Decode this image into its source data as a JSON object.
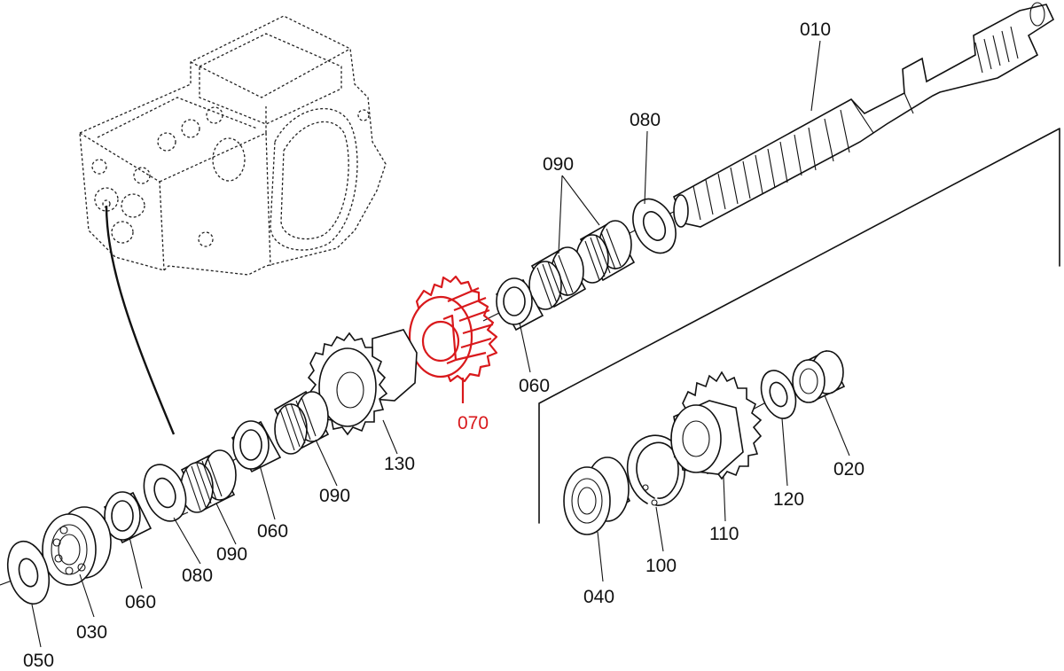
{
  "diagram": {
    "highlight_color": "#d9191c",
    "line_color": "#111111",
    "labels": {
      "p010": "010",
      "p080a": "080",
      "p090a": "090",
      "p060a": "060",
      "p070": "070",
      "p130": "130",
      "p090b": "090",
      "p060b": "060",
      "p090c": "090",
      "p080b": "080",
      "p060c": "060",
      "p030": "030",
      "p050": "050",
      "p100": "100",
      "p110": "110",
      "p120": "120",
      "p020": "020",
      "p040": "040"
    }
  }
}
